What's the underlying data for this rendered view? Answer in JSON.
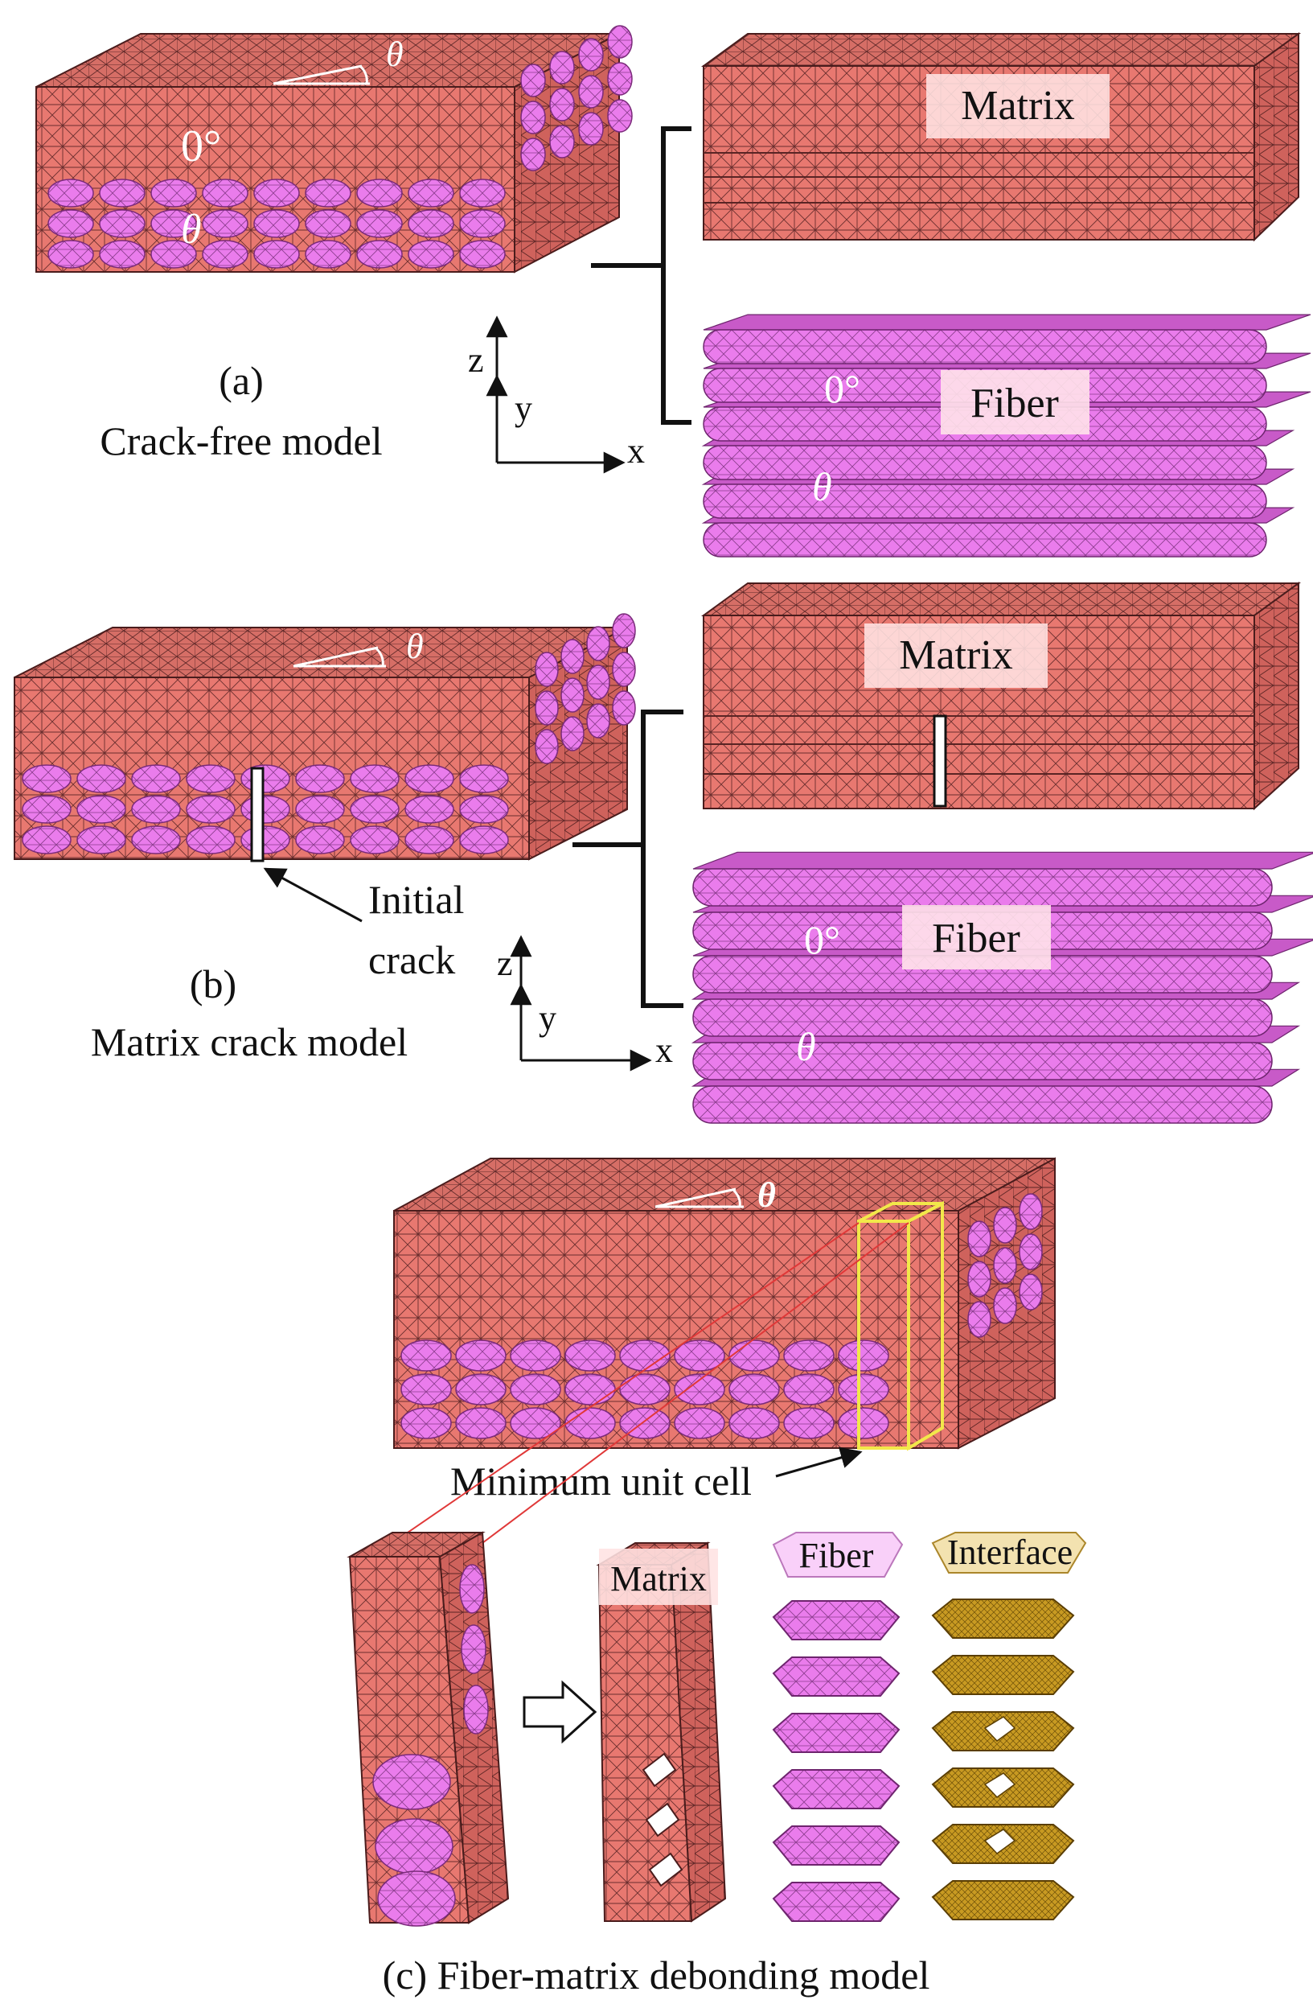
{
  "colors": {
    "matrix": "#e87870",
    "matrix_top": "#d46a64",
    "matrix_side": "#c95c58",
    "fiber": "#ea7cec",
    "fiber_dark": "#c85ac8",
    "interface": "#c89a22",
    "interface_dark": "#a37a14",
    "mesh": "#5a2a2a",
    "highlight": "#f2e84a",
    "tag_bg": "#ffe2e2"
  },
  "panel_a": {
    "caption_letter": "(a)",
    "caption": "Crack-free model",
    "angle_symbol": "θ",
    "ply_zero": "0°",
    "ply_theta": "θ",
    "matrix_tag": "Matrix",
    "fiber_tag": "Fiber",
    "fiber_zero": "0°",
    "fiber_theta": "θ",
    "axis_z": "z",
    "axis_y": "y",
    "axis_x": "x"
  },
  "panel_b": {
    "caption_letter": "(b)",
    "caption": "Matrix crack model",
    "angle_symbol": "θ",
    "crack_line1": "Initial",
    "crack_line2": "crack",
    "matrix_tag": "Matrix",
    "fiber_tag": "Fiber",
    "fiber_zero": "0°",
    "fiber_theta": "θ",
    "axis_z": "z",
    "axis_y": "y",
    "axis_x": "x"
  },
  "panel_c": {
    "angle_symbol": "θ",
    "unit_cell_label": "Minimum unit cell",
    "matrix_tag": "Matrix",
    "fiber_tag": "Fiber",
    "interface_tag": "Interface",
    "caption": "(c) Fiber-matrix debonding model"
  }
}
